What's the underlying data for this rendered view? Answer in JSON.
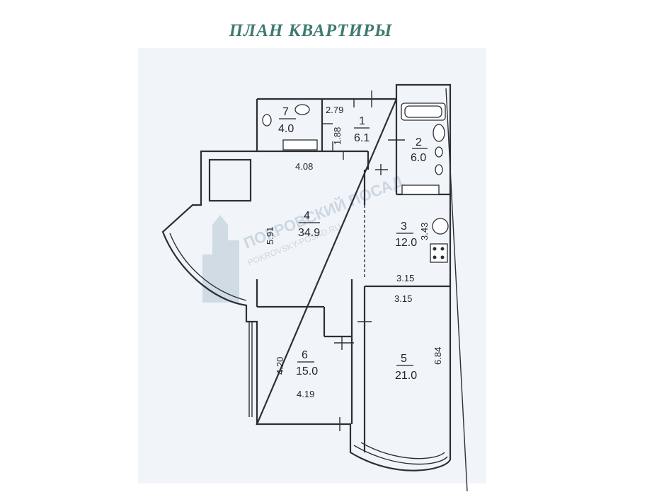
{
  "title": "ПЛАН КВАРТИРЫ",
  "watermark": {
    "line1": "ПОКРОВСКИЙ ПОСАД",
    "line2": "POKROVSKY-POSAD.RU"
  },
  "rooms": [
    {
      "id": "7",
      "number": "7",
      "area": "4.0"
    },
    {
      "id": "1",
      "number": "1",
      "area": "6.1"
    },
    {
      "id": "2",
      "number": "2",
      "area": "6.0"
    },
    {
      "id": "4",
      "number": "4",
      "area": "34.9"
    },
    {
      "id": "3",
      "number": "3",
      "area": "12.0"
    },
    {
      "id": "6",
      "number": "6",
      "area": "15.0"
    },
    {
      "id": "5",
      "number": "5",
      "area": "21.0"
    }
  ],
  "dimensions": {
    "hall_width": "2.79",
    "hall_depth": "1.88",
    "living_width": "4.08",
    "living_depth": "5.91",
    "kitchen_depth": "3.43",
    "kitchen_width": "3.15",
    "bedroom5_width": "3.15",
    "bedroom5_depth": "6.84",
    "bedroom6_depth": "4.20",
    "bedroom6_width": "4.19"
  }
}
